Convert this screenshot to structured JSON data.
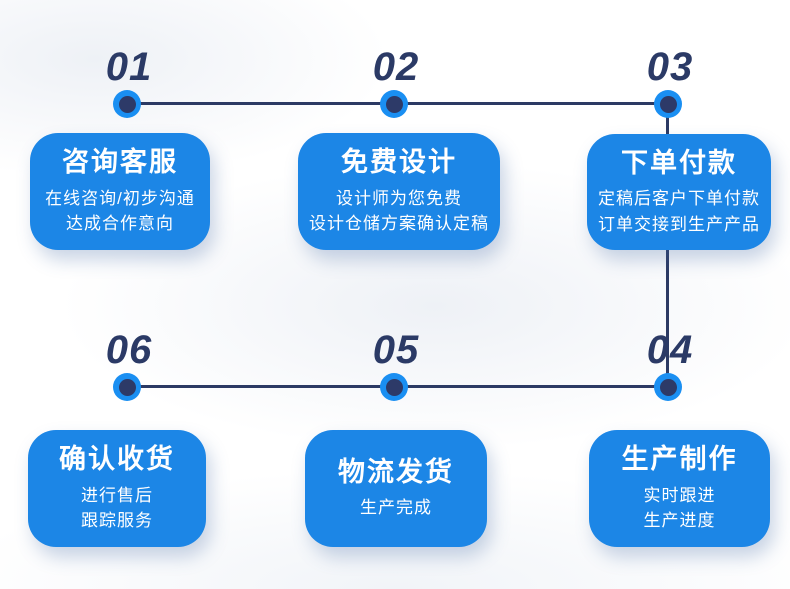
{
  "steps": [
    {
      "number": "01",
      "title": "咨询客服",
      "lines": [
        "在线咨询/初步沟通",
        "达成合作意向"
      ]
    },
    {
      "number": "02",
      "title": "免费设计",
      "lines": [
        "设计师为您免费",
        "设计仓储方案确认定稿"
      ]
    },
    {
      "number": "03",
      "title": "下单付款",
      "lines": [
        "定稿后客户下单付款",
        "订单交接到生产产品"
      ]
    },
    {
      "number": "04",
      "title": "生产制作",
      "lines": [
        "实时跟进",
        "生产进度"
      ]
    },
    {
      "number": "05",
      "title": "物流发货",
      "lines": [
        "生产完成"
      ]
    },
    {
      "number": "06",
      "title": "确认收货",
      "lines": [
        "进行售后",
        "跟踪服务"
      ]
    }
  ],
  "colors": {
    "card_blue": "#1c86e6",
    "dot_ring": "#1a8ff2",
    "dot_core": "#2d3a68",
    "connector": "#2c3a64",
    "number_navy": "#2b3a66"
  }
}
